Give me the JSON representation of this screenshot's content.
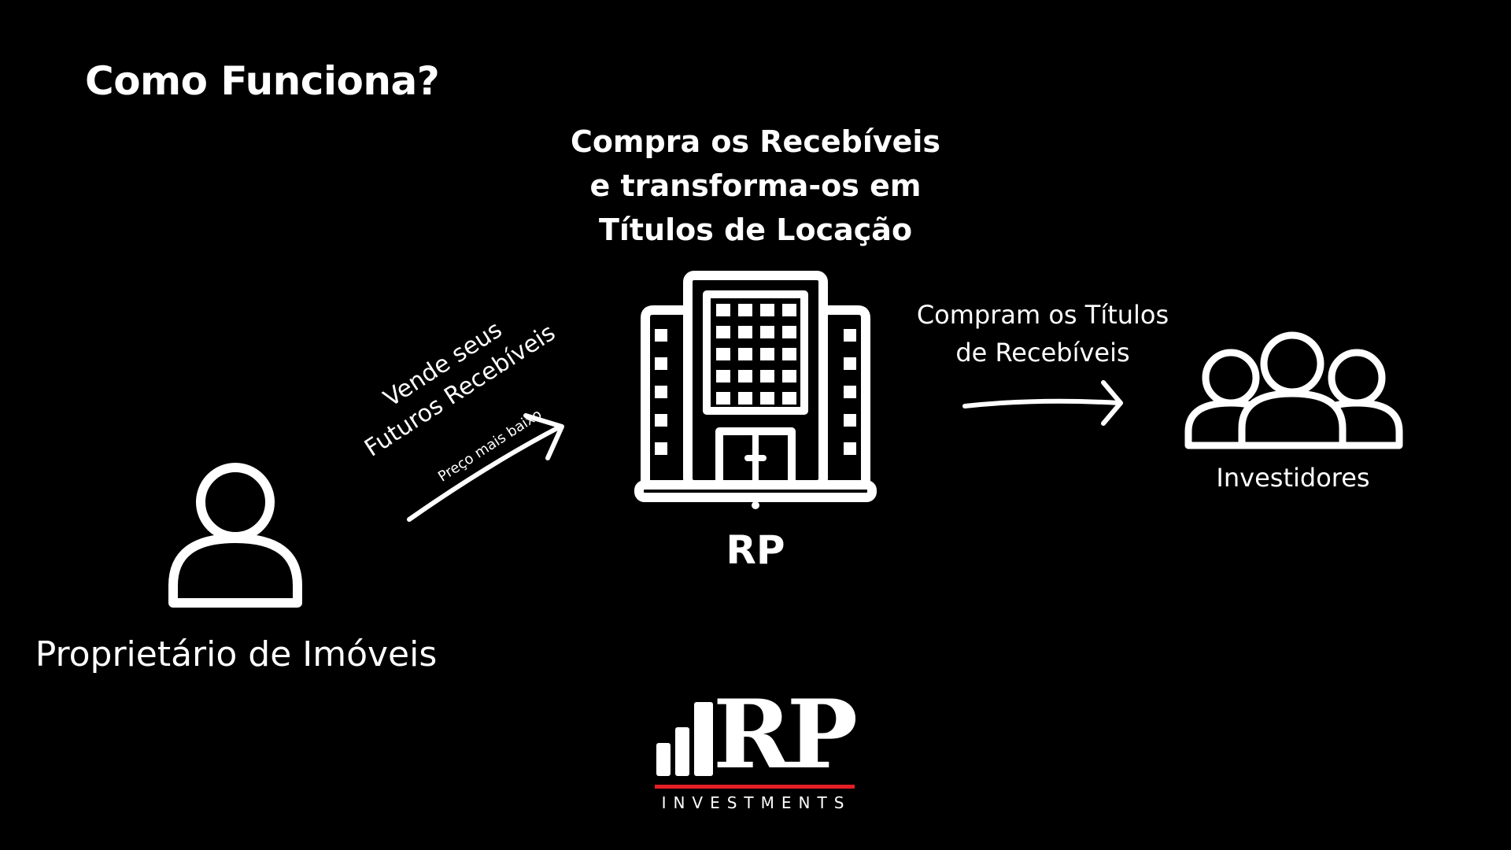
{
  "title": "Como Funciona?",
  "center": {
    "lines": [
      "Compra os Recebíveis",
      "e transforma-os em",
      "Títulos de Locação"
    ],
    "label": "RP",
    "icon": "building-icon"
  },
  "owner": {
    "label": "Proprietário de Imóveis",
    "icon": "person-icon"
  },
  "sell_arrow": {
    "lines": [
      "Vende seus",
      "Futuros Recebíveis"
    ],
    "note": "Preço mais baixo"
  },
  "buy_arrow": {
    "lines": [
      "Compram os Títulos",
      "de Recebíveis"
    ]
  },
  "investors": {
    "label": "Investidores",
    "icon": "group-icon"
  },
  "logo": {
    "mark": "RP",
    "subtitle": "INVESTMENTS",
    "accent_color": "#e31e24"
  },
  "colors": {
    "background": "#000000",
    "foreground": "#ffffff"
  }
}
